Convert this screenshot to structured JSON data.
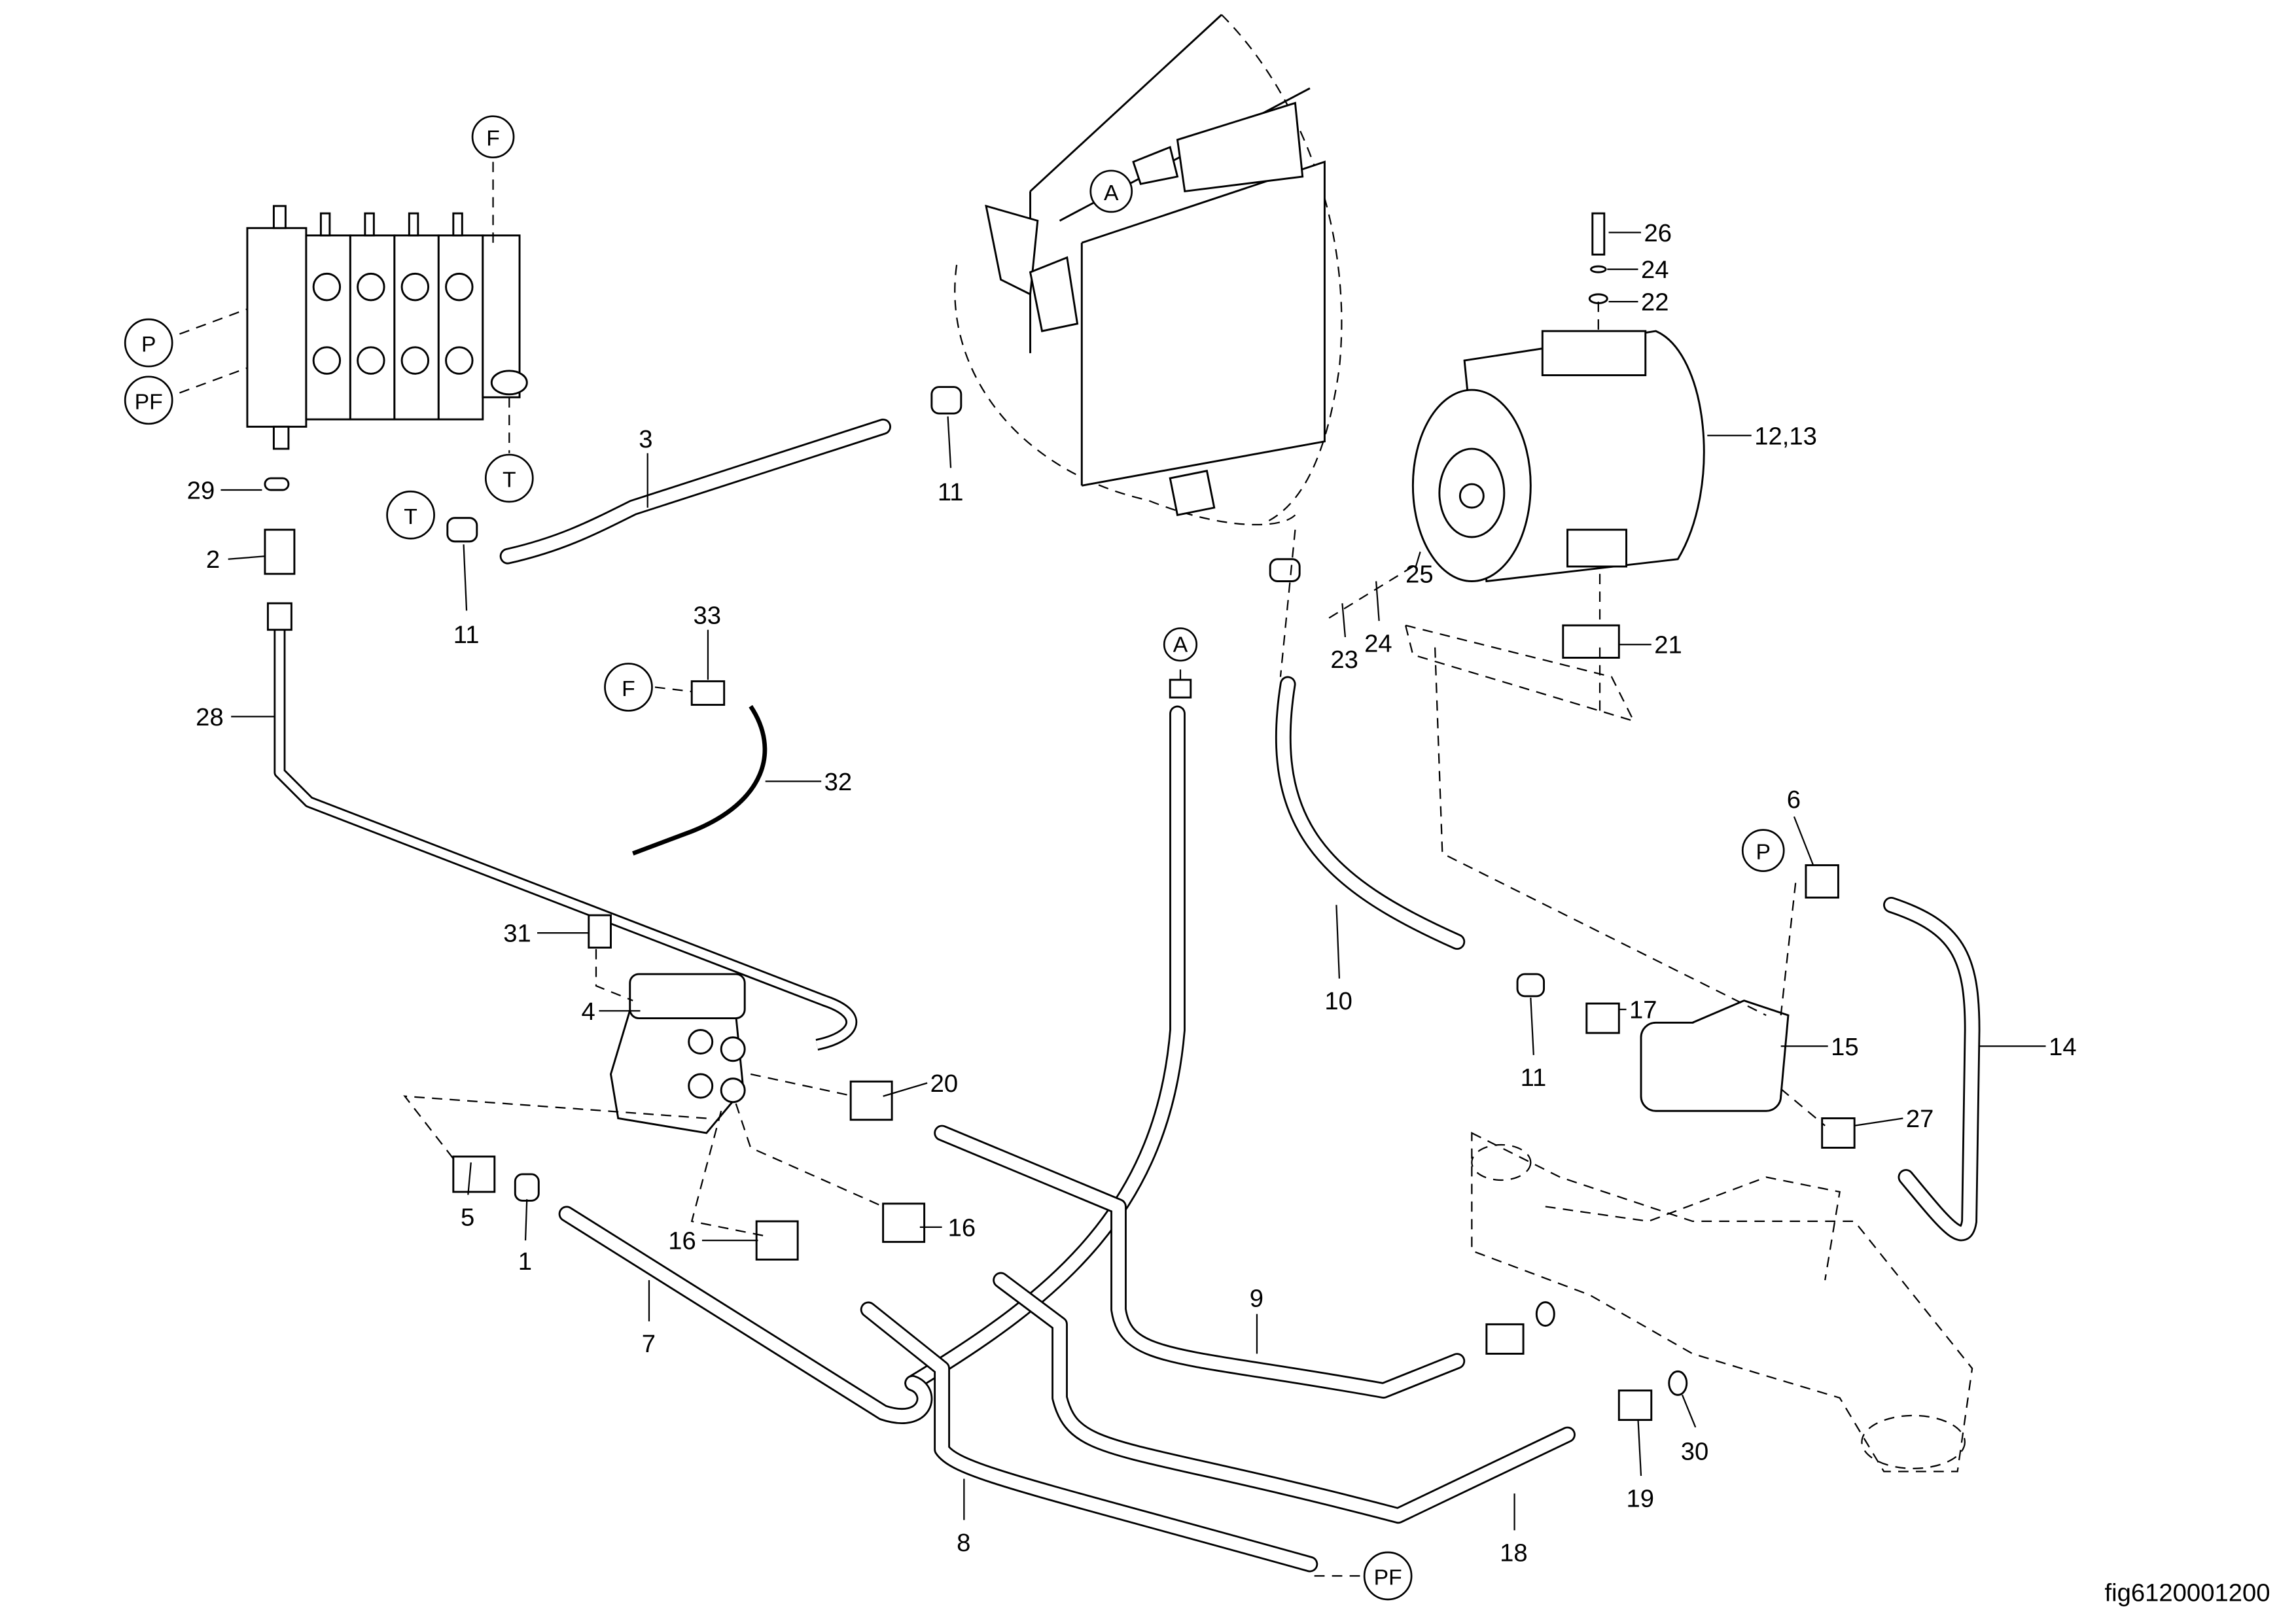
{
  "figure_id": "fig6120001200",
  "ports": {
    "F_top": "F",
    "P_valve": "P",
    "PF_valve": "PF",
    "T_valve": "T",
    "T_hose": "T",
    "A_tank": "A",
    "F_hose": "F",
    "A_hose": "A",
    "PF_hose": "PF",
    "P_pump": "P"
  },
  "callouts": {
    "c29": "29",
    "c2": "2",
    "c28": "28",
    "c11a": "11",
    "c3": "3",
    "c11b": "11",
    "c33": "33",
    "c32": "32",
    "c31": "31",
    "c4": "4",
    "c20": "20",
    "c5": "5",
    "c1": "1",
    "c16a": "16",
    "c16b": "16",
    "c7": "7",
    "c8": "8",
    "c18": "18",
    "c19": "19",
    "c30": "30",
    "c9": "9",
    "c10": "10",
    "c11c": "11",
    "c17": "17",
    "c15": "15",
    "c27": "27",
    "c14": "14",
    "c6": "6",
    "c26": "26",
    "c24a": "24",
    "c22": "22",
    "c1213": "12,13",
    "c25": "25",
    "c24b": "24",
    "c23": "23",
    "c21": "21"
  }
}
